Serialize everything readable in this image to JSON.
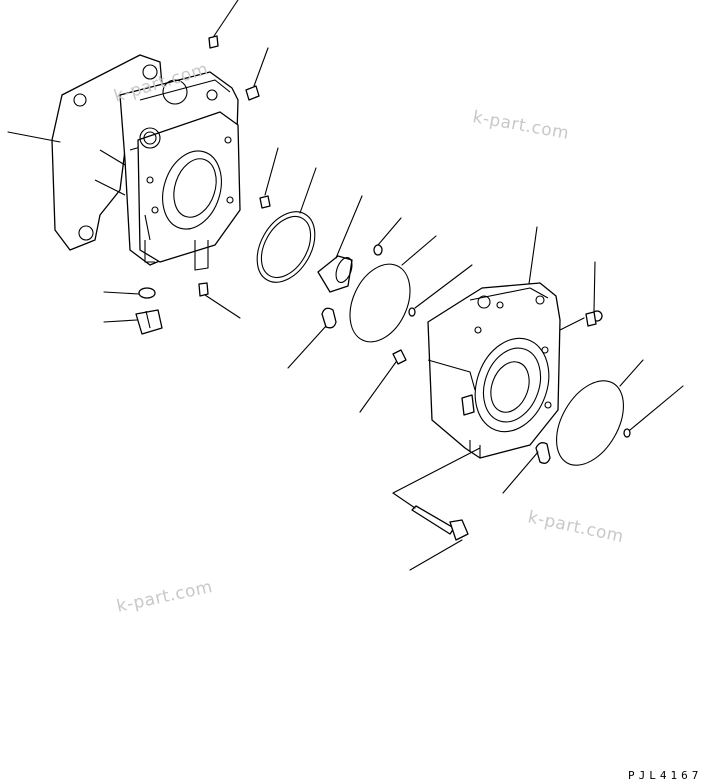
{
  "watermarks": [
    "k-part.com",
    "k-part.com",
    "k-part.com",
    "k-part.com"
  ],
  "drawing_code": "PJL4167"
}
